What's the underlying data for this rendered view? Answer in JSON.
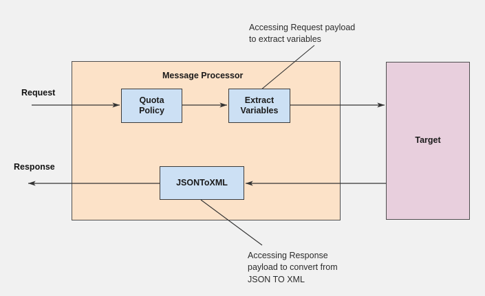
{
  "diagram": {
    "title": "Apigee Message Processor request/response flow",
    "background_color": "#f1f1f1",
    "containers": [
      {
        "name": "message-processor",
        "label": "Message Processor",
        "fill": "#fce2c8",
        "stroke": "#4d4d4d"
      },
      {
        "name": "target",
        "label": "Target",
        "fill": "#e8cfdd",
        "stroke": "#4d4d4d"
      }
    ],
    "policies": [
      {
        "name": "quota-policy",
        "label": "Quota\nPolicy",
        "fill": "#cce0f4",
        "stroke": "#3a3a3a"
      },
      {
        "name": "extract-variables",
        "label": "Extract\nVariables",
        "fill": "#cce0f4",
        "stroke": "#3a3a3a"
      },
      {
        "name": "jsontoxml",
        "label": "JSONToXML",
        "fill": "#cce0f4",
        "stroke": "#3a3a3a"
      }
    ],
    "flow_labels": {
      "request": "Request",
      "response": "Response"
    },
    "annotations": [
      {
        "name": "request-payload-note",
        "text": "Accessing Request payload\nto extract variables",
        "points_to": "extract-variables"
      },
      {
        "name": "response-payload-note",
        "text": "Accessing Response\npayload to convert from\nJSON TO XML",
        "points_to": "jsontoxml"
      }
    ],
    "arrow_color": "#333333"
  }
}
